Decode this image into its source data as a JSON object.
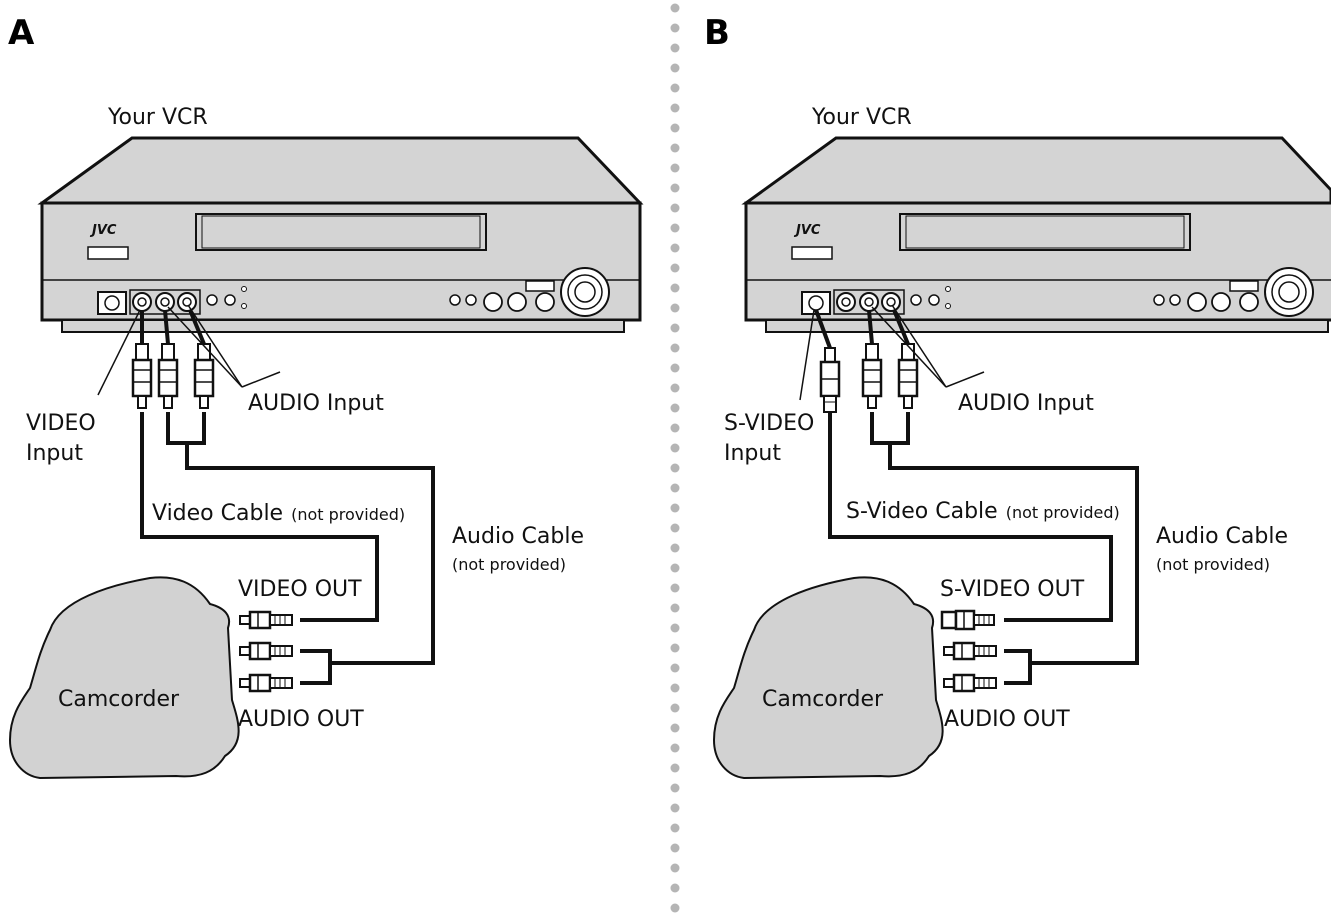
{
  "panel_a": {
    "letter": "A",
    "vcr_label": "Your VCR",
    "brand": "JVC",
    "video_input": [
      "VIDEO",
      "Input"
    ],
    "audio_input": "AUDIO Input",
    "video_cable": "Video Cable",
    "video_cable_note": "(not provided)",
    "audio_cable": "Audio Cable",
    "audio_cable_note": "(not provided)",
    "video_out": "VIDEO OUT",
    "audio_out": "AUDIO OUT",
    "camcorder": "Camcorder"
  },
  "panel_b": {
    "letter": "B",
    "vcr_label": "Your VCR",
    "brand": "JVC",
    "svideo_input": [
      "S-VIDEO",
      "Input"
    ],
    "audio_input": "AUDIO Input",
    "svideo_cable": "S-Video Cable",
    "svideo_cable_note": "(not provided)",
    "audio_cable": "Audio Cable",
    "audio_cable_note": "(not provided)",
    "svideo_out": "S-VIDEO OUT",
    "audio_out": "AUDIO OUT",
    "camcorder": "Camcorder"
  },
  "colors": {
    "vcr_fill": "#d4d4d4",
    "camcorder_fill": "#d2d2d2",
    "line": "#111111",
    "divider_dot": "#b5b5b5"
  },
  "icons": [
    "vcr-icon",
    "camcorder-icon",
    "rca-plug-icon",
    "s-video-plug-icon",
    "jack-icon",
    "power-button-icon"
  ]
}
